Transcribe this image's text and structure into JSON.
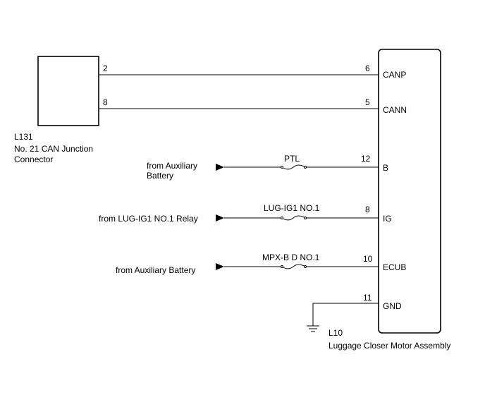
{
  "left_connector": {
    "id": "L131",
    "name_line1": "No. 21 CAN Junction",
    "name_line2": "Connector",
    "pins": {
      "canp": "2",
      "cann": "8"
    }
  },
  "assembly": {
    "id": "L10",
    "name": "Luggage Closer Motor Assembly",
    "pins": [
      {
        "num": "6",
        "label": "CANP"
      },
      {
        "num": "5",
        "label": "CANN"
      },
      {
        "num": "12",
        "label": "B"
      },
      {
        "num": "8",
        "label": "IG"
      },
      {
        "num": "10",
        "label": "ECUB"
      },
      {
        "num": "11",
        "label": "GND"
      }
    ]
  },
  "sources": {
    "b_line1": "from Auxiliary",
    "b_line2": "Battery",
    "ig": "from LUG-IG1 NO.1 Relay",
    "ecub": "from Auxiliary Battery"
  },
  "fuses": {
    "b": "PTL",
    "ig": "LUG-IG1 NO.1",
    "ecub": "MPX-B D NO.1"
  }
}
